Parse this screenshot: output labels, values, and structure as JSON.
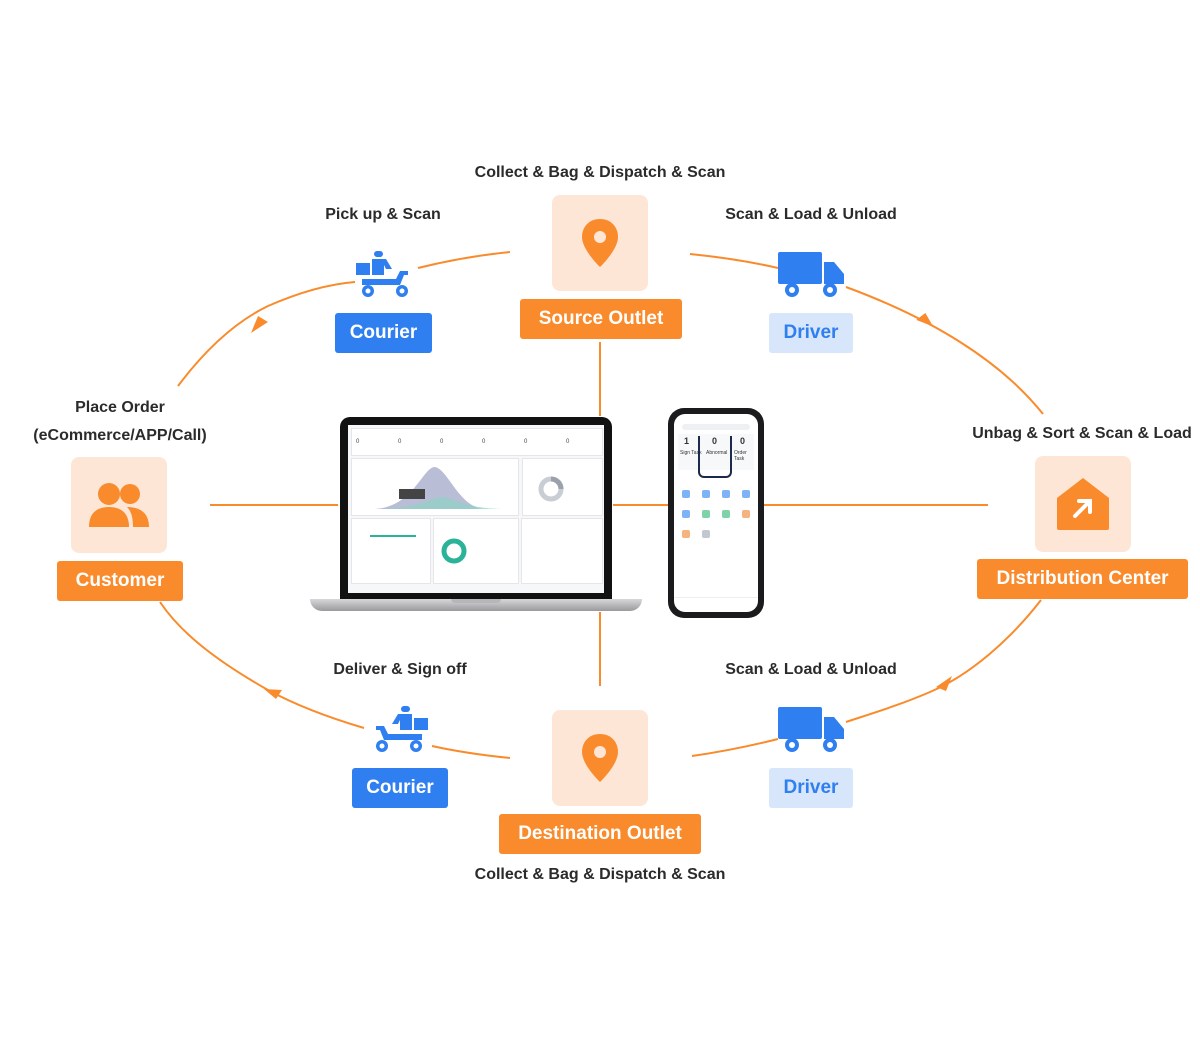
{
  "captions": {
    "source_top": "Collect & Bag & Dispatch & Scan",
    "pickup": "Pick up & Scan",
    "scan_load_top": "Scan & Load & Unload",
    "place_order_1": "Place Order",
    "place_order_2": "(eCommerce/APP/Call)",
    "unbag": "Unbag & Sort & Scan & Load",
    "deliver": "Deliver & Sign off",
    "scan_load_bottom": "Scan & Load & Unload",
    "dest_bottom": "Collect & Bag & Dispatch & Scan"
  },
  "nodes": {
    "source_outlet": "Source Outlet",
    "courier_top": "Courier",
    "driver_top": "Driver",
    "customer": "Customer",
    "distribution_center": "Distribution Center",
    "courier_bottom": "Courier",
    "driver_bottom": "Driver",
    "destination_outlet": "Destination Outlet"
  },
  "phone": {
    "stats": [
      "1",
      "0",
      "0"
    ],
    "stat_labels": [
      "Sign Task",
      "Abnormal",
      "Order Task"
    ]
  },
  "colors": {
    "orange": "#f98b2c",
    "tile_bg": "#fde6d5",
    "blue": "#2f7ff0",
    "light_blue": "#d8e6fb"
  },
  "icons": [
    "location-pin-icon",
    "courier-scooter-icon",
    "truck-icon",
    "customers-icon",
    "warehouse-icon",
    "laptop-dashboard",
    "phone-app"
  ]
}
